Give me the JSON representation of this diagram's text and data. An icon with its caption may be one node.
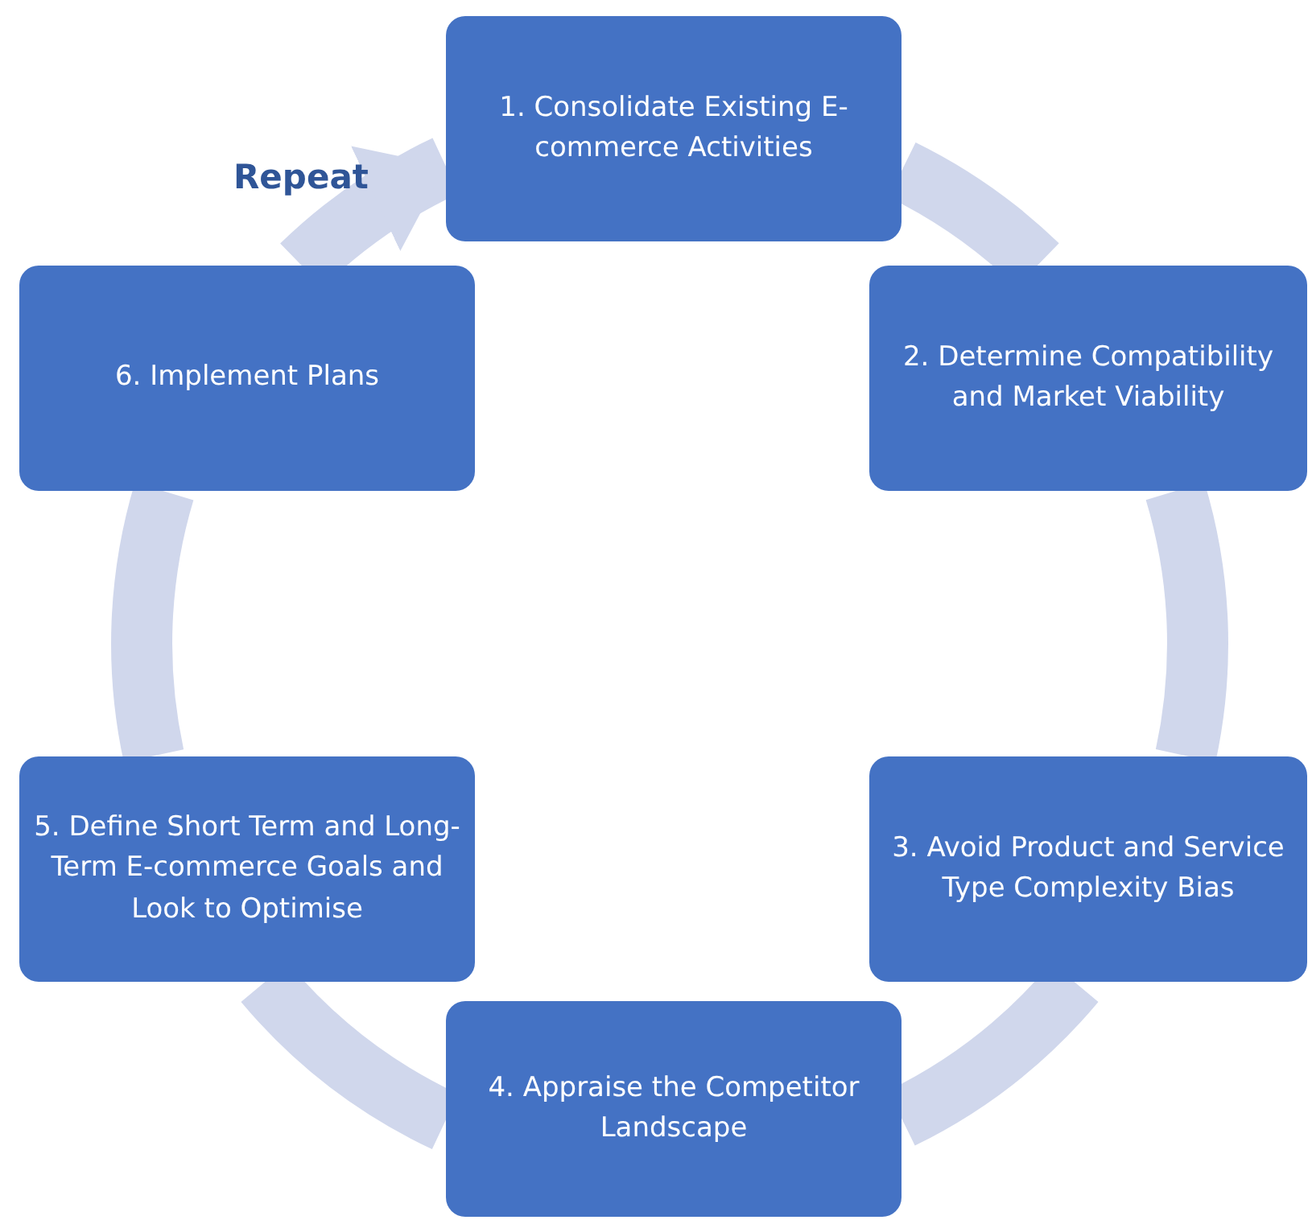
{
  "diagram": {
    "nodes": [
      {
        "text": [
          "1. Consolidate Existing E-commerce Activities"
        ]
      },
      {
        "text": [
          "2. Determine Compatibility and Market Viability"
        ]
      },
      {
        "text": [
          "3. Avoid Product and Service Type Complexity Bias"
        ]
      },
      {
        "text": [
          "4. Appraise the Competitor Landscape"
        ]
      },
      {
        "text": [
          "5. Define Short Term and Long-Term E-commerce Goals and Look to Optimise"
        ]
      },
      {
        "text": [
          "6. Implement Plans"
        ]
      }
    ],
    "edges": [
      {
        "from": 0,
        "to": 1,
        "arrow": "none"
      },
      {
        "from": 1,
        "to": 2,
        "arrow": "none"
      },
      {
        "from": 2,
        "to": 3,
        "arrow": "none"
      },
      {
        "from": 3,
        "to": 4,
        "arrow": "none"
      },
      {
        "from": 4,
        "to": 5,
        "arrow": "none"
      },
      {
        "from": 5,
        "to": 0,
        "arrow": "to",
        "label": "Repeat"
      }
    ]
  }
}
